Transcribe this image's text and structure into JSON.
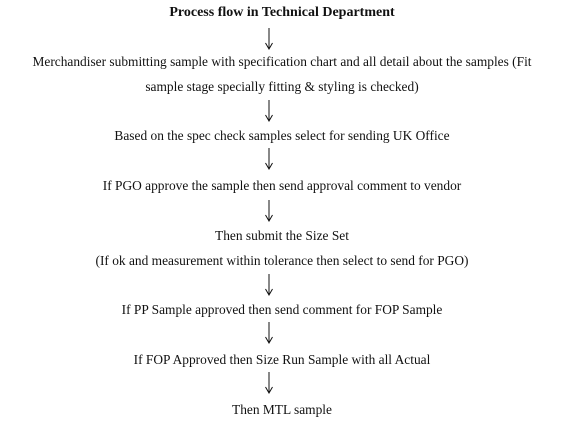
{
  "title": "Process flow in Technical Department",
  "steps": [
    {
      "lines": [
        "Merchandiser submitting sample with specification chart and all detail about the samples (Fit",
        "sample stage specially fitting & styling is checked)"
      ]
    },
    {
      "lines": [
        "Based on the spec check samples select for sending UK Office"
      ]
    },
    {
      "lines": [
        "If PGO approve the sample then send approval comment to vendor"
      ]
    },
    {
      "lines": [
        "Then submit the Size Set",
        "(If ok and measurement within tolerance then select to send for PGO)"
      ]
    },
    {
      "lines": [
        "If PP Sample approved then send comment for FOP Sample"
      ]
    },
    {
      "lines": [
        "If FOP Approved then Size Run Sample with all Actual"
      ]
    },
    {
      "lines": [
        "Then MTL sample"
      ]
    }
  ]
}
